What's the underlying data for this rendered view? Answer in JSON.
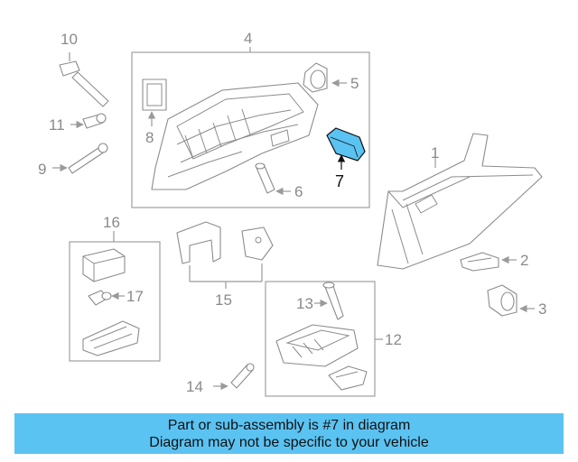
{
  "diagram": {
    "callouts": {
      "c1": "1",
      "c2": "2",
      "c3": "3",
      "c4": "4",
      "c5": "5",
      "c6": "6",
      "c7": "7",
      "c8": "8",
      "c9": "9",
      "c10": "10",
      "c11": "11",
      "c12": "12",
      "c13": "13",
      "c14": "14",
      "c15": "15",
      "c16": "16",
      "c17": "17"
    },
    "highlight_color": "#5bc3f2"
  },
  "banner": {
    "line1": "Part or sub-assembly is #7 in diagram",
    "line2": "Diagram may not be specific to your vehicle",
    "background": "#5bc3f2"
  }
}
